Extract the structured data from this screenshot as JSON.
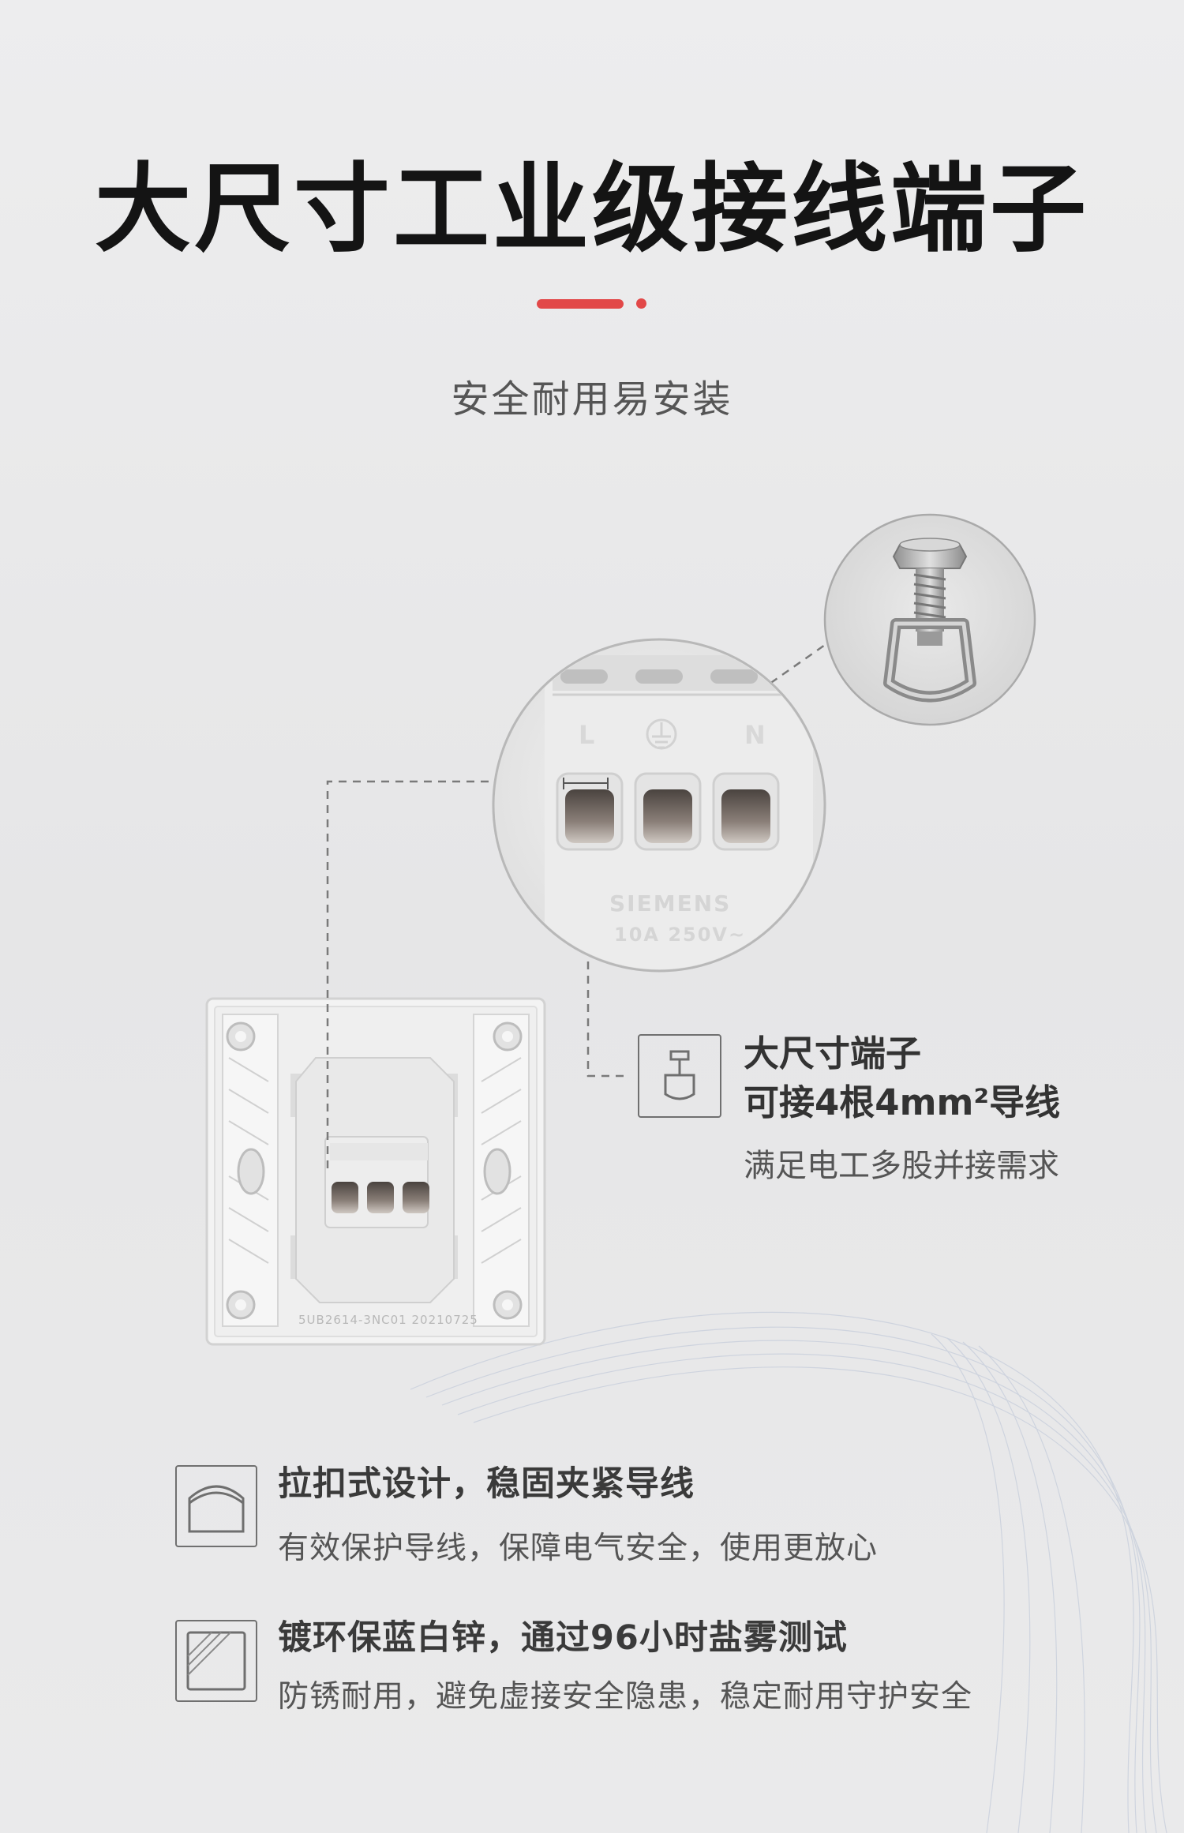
{
  "header": {
    "title": "大尺寸工业级接线端子",
    "subtitle": "安全耐用易安装"
  },
  "colors": {
    "accent": "#e24848",
    "title": "#141414",
    "text": "#555555"
  },
  "callout": {
    "icon": "terminal-screw-icon",
    "title_line1": "大尺寸端子",
    "title_line2": "可接4根4mm²导线",
    "description": "满足电工多股并接需求"
  },
  "product_markings": {
    "terminal_labels": [
      "L",
      "N"
    ],
    "brand": "SIEMENS",
    "rating": "10A 250V~",
    "model_code": "5UB2614-3NC01 20210725"
  },
  "features": [
    {
      "icon": "clamp-icon",
      "title": "拉扣式设计，稳固夹紧导线",
      "description": "有效保护导线，保障电气安全，使用更放心"
    },
    {
      "icon": "plated-plate-icon",
      "title": "镀环保蓝白锌，通过96小时盐雾测试",
      "description": "防锈耐用，避免虚接安全隐患，稳定耐用守护安全"
    }
  ]
}
